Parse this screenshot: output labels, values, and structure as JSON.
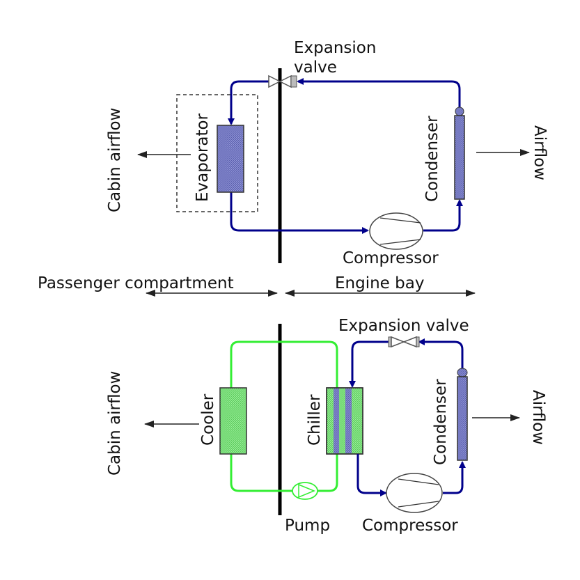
{
  "colors": {
    "refrigerant": "#00008b",
    "coolant": "#33ee33",
    "wall": "#000000",
    "refrigerant_fill": "#8a8fd0",
    "coolant_fill": "#88e088",
    "arrow": "#333333"
  },
  "top_circuit": {
    "expansion_valve_label_line1": "Expansion",
    "expansion_valve_label_line2": "valve",
    "evaporator_label": "Evaporator",
    "condenser_label": "Condenser",
    "compressor_label": "Compressor",
    "cabin_airflow_label": "Cabin airflow",
    "airflow_label": "Airflow"
  },
  "divider": {
    "passenger_label": "Passenger compartment",
    "engine_label": "Engine bay"
  },
  "bottom_circuit": {
    "expansion_valve_label": "Expansion valve",
    "cooler_label": "Cooler",
    "chiller_label": "Chiller",
    "condenser_label": "Condenser",
    "compressor_label": "Compressor",
    "pump_label": "Pump",
    "cabin_airflow_label": "Cabin airflow",
    "airflow_label": "Airflow"
  }
}
